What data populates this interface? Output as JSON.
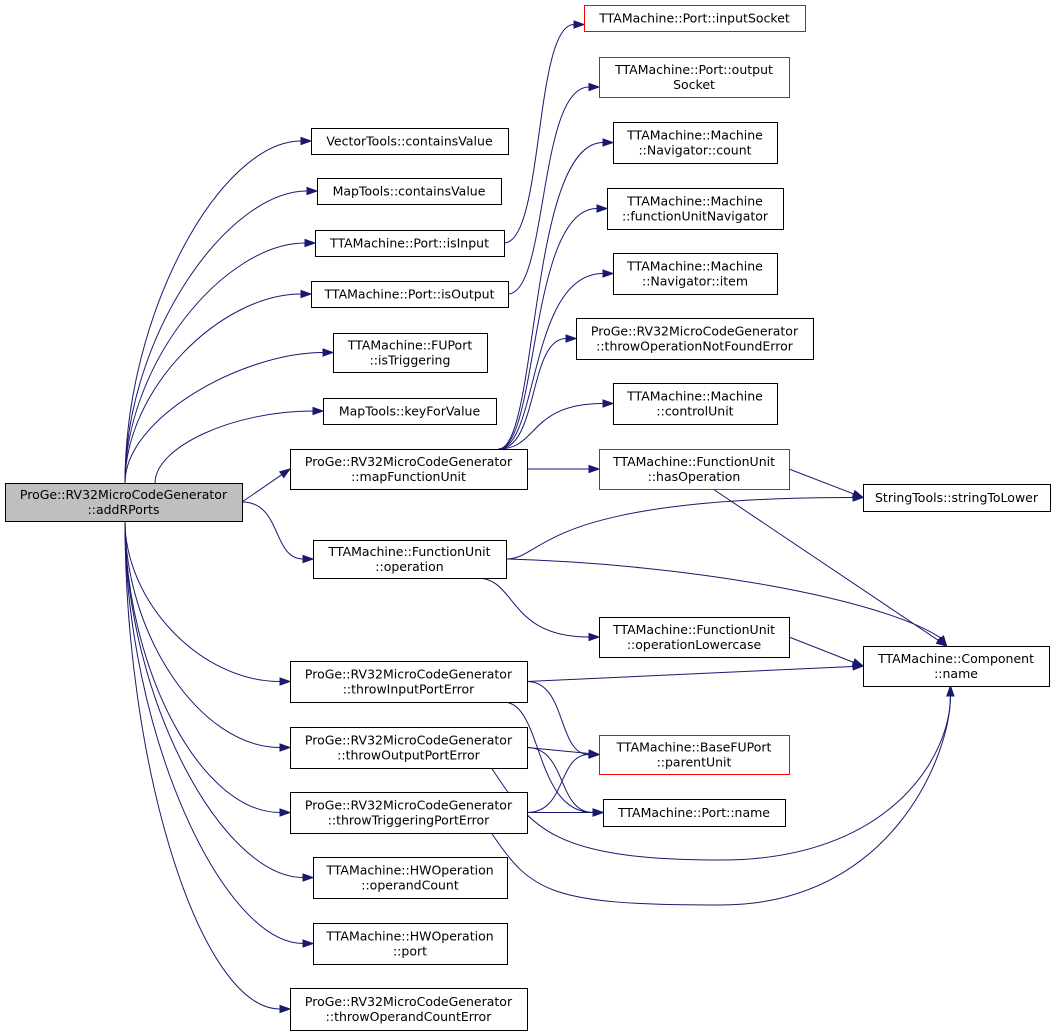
{
  "graph": {
    "colors": {
      "edge": "#191970",
      "root_fill": "#bfbfbf",
      "root_border": "#000000",
      "node_border": "#000000",
      "node_border_highlight": "#ff0000",
      "node_fill": "#ffffff"
    },
    "nodes": [
      {
        "id": "addRPorts",
        "lines": [
          "ProGe::RV32MicroCodeGenerator",
          "::addRPorts"
        ],
        "style": "root"
      },
      {
        "id": "inputSocket",
        "lines": [
          "TTAMachine::Port::inputSocket"
        ],
        "style": "red"
      },
      {
        "id": "outputSocket",
        "lines": [
          "TTAMachine::Port::output",
          "Socket"
        ],
        "style": "red"
      },
      {
        "id": "containsValueVT",
        "lines": [
          "VectorTools::containsValue"
        ],
        "style": "normal"
      },
      {
        "id": "navCount",
        "lines": [
          "TTAMachine::Machine",
          "::Navigator::count"
        ],
        "style": "normal"
      },
      {
        "id": "containsValueMT",
        "lines": [
          "MapTools::containsValue"
        ],
        "style": "normal"
      },
      {
        "id": "fuNavigator",
        "lines": [
          "TTAMachine::Machine",
          "::functionUnitNavigator"
        ],
        "style": "normal"
      },
      {
        "id": "isInput",
        "lines": [
          "TTAMachine::Port::isInput"
        ],
        "style": "normal"
      },
      {
        "id": "navItem",
        "lines": [
          "TTAMachine::Machine",
          "::Navigator::item"
        ],
        "style": "normal"
      },
      {
        "id": "isOutput",
        "lines": [
          "TTAMachine::Port::isOutput"
        ],
        "style": "normal"
      },
      {
        "id": "throwOpNotFound",
        "lines": [
          "ProGe::RV32MicroCodeGenerator",
          "::throwOperationNotFoundError"
        ],
        "style": "normal"
      },
      {
        "id": "isTriggering",
        "lines": [
          "TTAMachine::FUPort",
          "::isTriggering"
        ],
        "style": "normal"
      },
      {
        "id": "controlUnit",
        "lines": [
          "TTAMachine::Machine",
          "::controlUnit"
        ],
        "style": "normal"
      },
      {
        "id": "keyForValue",
        "lines": [
          "MapTools::keyForValue"
        ],
        "style": "normal"
      },
      {
        "id": "mapFU",
        "lines": [
          "ProGe::RV32MicroCodeGenerator",
          "::mapFunctionUnit"
        ],
        "style": "normal"
      },
      {
        "id": "hasOperation",
        "lines": [
          "TTAMachine::FunctionUnit",
          "::hasOperation"
        ],
        "style": "red"
      },
      {
        "id": "stringToLower",
        "lines": [
          "StringTools::stringToLower"
        ],
        "style": "normal"
      },
      {
        "id": "fuOperation",
        "lines": [
          "TTAMachine::FunctionUnit",
          "::operation"
        ],
        "style": "normal"
      },
      {
        "id": "opLowercase",
        "lines": [
          "TTAMachine::FunctionUnit",
          "::operationLowercase"
        ],
        "style": "normal"
      },
      {
        "id": "compName",
        "lines": [
          "TTAMachine::Component",
          "::name"
        ],
        "style": "normal"
      },
      {
        "id": "throwInput",
        "lines": [
          "ProGe::RV32MicroCodeGenerator",
          "::throwInputPortError"
        ],
        "style": "normal"
      },
      {
        "id": "throwOutput",
        "lines": [
          "ProGe::RV32MicroCodeGenerator",
          "::throwOutputPortError"
        ],
        "style": "normal"
      },
      {
        "id": "parentUnit",
        "lines": [
          "TTAMachine::BaseFUPort",
          "::parentUnit"
        ],
        "style": "red"
      },
      {
        "id": "throwTriggering",
        "lines": [
          "ProGe::RV32MicroCodeGenerator",
          "::throwTriggeringPortError"
        ],
        "style": "normal"
      },
      {
        "id": "portName",
        "lines": [
          "TTAMachine::Port::name"
        ],
        "style": "normal"
      },
      {
        "id": "operandCount",
        "lines": [
          "TTAMachine::HWOperation",
          "::operandCount"
        ],
        "style": "normal"
      },
      {
        "id": "hwPort",
        "lines": [
          "TTAMachine::HWOperation",
          "::port"
        ],
        "style": "normal"
      },
      {
        "id": "throwOperandCount",
        "lines": [
          "ProGe::RV32MicroCodeGenerator",
          "::throwOperandCountError"
        ],
        "style": "normal"
      }
    ],
    "edges": [
      [
        "addRPorts",
        "containsValueVT"
      ],
      [
        "addRPorts",
        "containsValueMT"
      ],
      [
        "addRPorts",
        "isInput"
      ],
      [
        "addRPorts",
        "isOutput"
      ],
      [
        "addRPorts",
        "isTriggering"
      ],
      [
        "addRPorts",
        "keyForValue"
      ],
      [
        "addRPorts",
        "mapFU"
      ],
      [
        "addRPorts",
        "fuOperation"
      ],
      [
        "addRPorts",
        "throwInput"
      ],
      [
        "addRPorts",
        "throwOutput"
      ],
      [
        "addRPorts",
        "throwTriggering"
      ],
      [
        "addRPorts",
        "operandCount"
      ],
      [
        "addRPorts",
        "hwPort"
      ],
      [
        "addRPorts",
        "throwOperandCount"
      ],
      [
        "isInput",
        "inputSocket"
      ],
      [
        "isOutput",
        "outputSocket"
      ],
      [
        "mapFU",
        "navCount"
      ],
      [
        "mapFU",
        "fuNavigator"
      ],
      [
        "mapFU",
        "navItem"
      ],
      [
        "mapFU",
        "throwOpNotFound"
      ],
      [
        "mapFU",
        "controlUnit"
      ],
      [
        "mapFU",
        "hasOperation"
      ],
      [
        "hasOperation",
        "stringToLower"
      ],
      [
        "hasOperation",
        "compName"
      ],
      [
        "fuOperation",
        "stringToLower"
      ],
      [
        "fuOperation",
        "opLowercase"
      ],
      [
        "fuOperation",
        "compName"
      ],
      [
        "opLowercase",
        "compName"
      ],
      [
        "throwInput",
        "compName"
      ],
      [
        "throwInput",
        "parentUnit"
      ],
      [
        "throwInput",
        "portName"
      ],
      [
        "throwOutput",
        "parentUnit"
      ],
      [
        "throwOutput",
        "portName"
      ],
      [
        "throwOutput",
        "compName"
      ],
      [
        "throwTriggering",
        "parentUnit"
      ],
      [
        "throwTriggering",
        "portName"
      ],
      [
        "throwTriggering",
        "compName"
      ]
    ]
  }
}
